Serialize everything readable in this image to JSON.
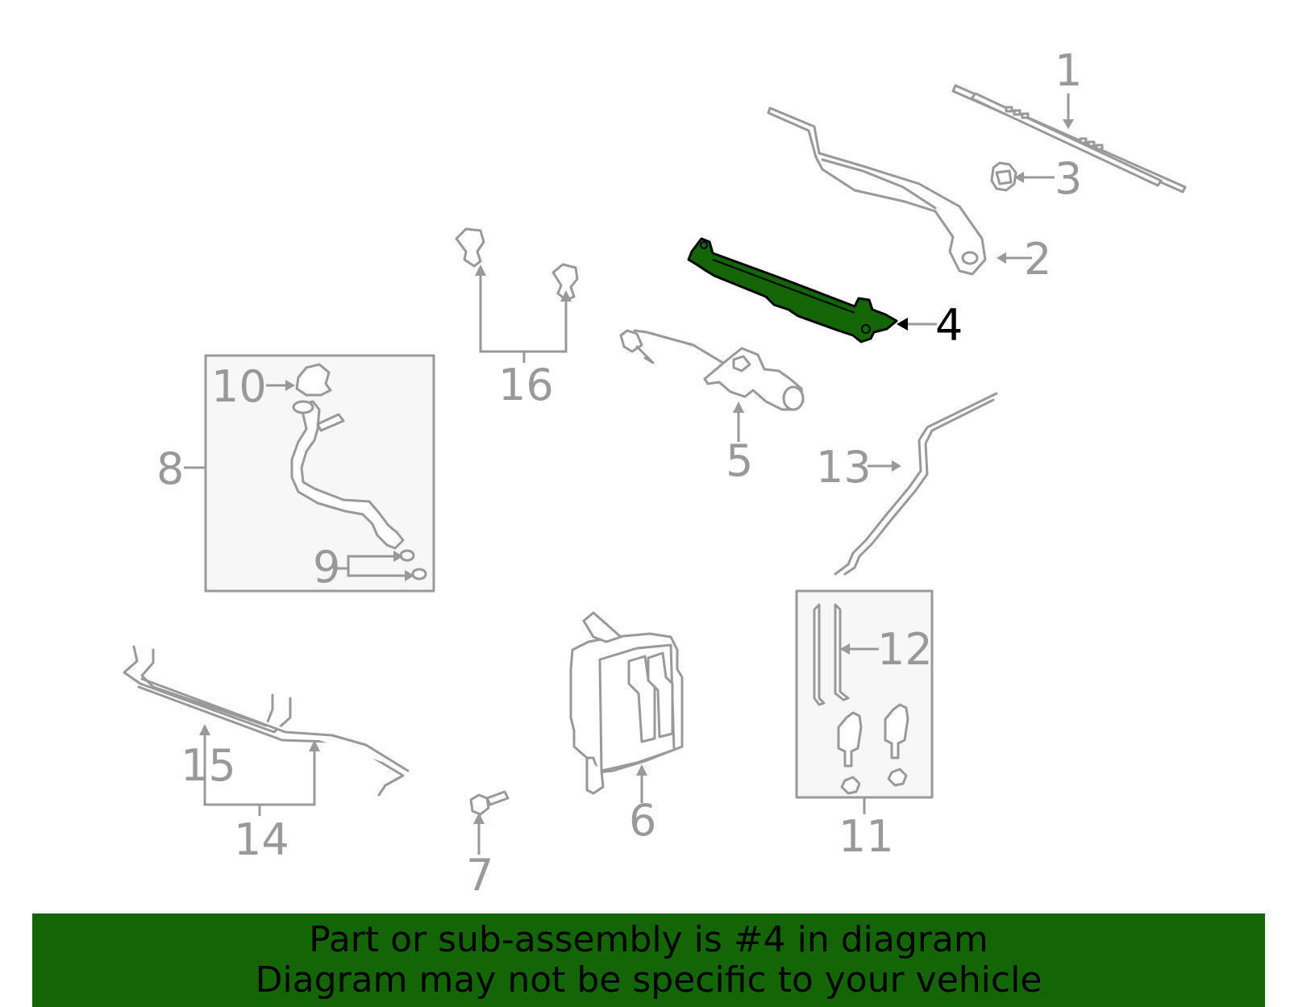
{
  "callouts": {
    "c1": "1",
    "c2": "2",
    "c3": "3",
    "c4": "4",
    "c5": "5",
    "c6": "6",
    "c7": "7",
    "c8": "8",
    "c9": "9",
    "c10": "10",
    "c11": "11",
    "c12": "12",
    "c13": "13",
    "c14": "14",
    "c15": "15",
    "c16": "16"
  },
  "highlight": {
    "part_number": "4",
    "color": "#136505"
  },
  "colors": {
    "line": "#999999",
    "banner": "#136505",
    "box_fill": "#f7f7f7"
  },
  "banner": {
    "line1": "Part or sub-assembly is #4 in diagram",
    "line2": "Diagram may not be specific to your vehicle"
  }
}
